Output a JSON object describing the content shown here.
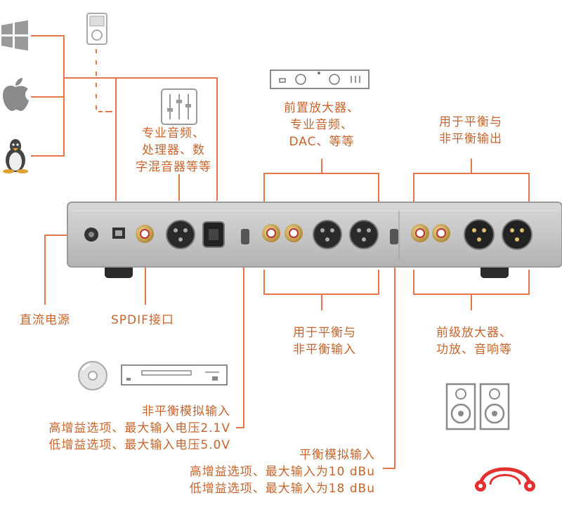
{
  "labels": {
    "pro_audio": [
      "专业音频、",
      "处理器、数",
      "字混音器等等"
    ],
    "preamp": [
      "前置放大器、",
      "专业音频、",
      "DAC、等等"
    ],
    "balanced_out": [
      "用于平衡与",
      "非平衡输出"
    ],
    "dc_power": "直流电源",
    "spdif": "SPDIF接口",
    "balanced_in": [
      "用于平衡与",
      "非平衡输入"
    ],
    "power_amp": [
      "前级放大器、",
      "功放、音响等"
    ],
    "unbalanced_analog": [
      "非平衡模拟输入",
      "高增益选项、最大输入电压2.1V",
      "低增益选项、最大输入电压5.0V"
    ],
    "balanced_analog": [
      "平衡模拟输入",
      "高增益选项、最大输入为10 dBu",
      "低增益选项、最大输入为18 dBu"
    ]
  },
  "icons": [
    "windows-icon",
    "apple-icon",
    "linux-icon",
    "ipod-icon",
    "mixer-icon",
    "preamp-device-icon",
    "cd-disc-icon",
    "cd-player-icon",
    "speakers-icon",
    "headphone-logo-icon"
  ],
  "colors": {
    "accent": "#e8754a",
    "text": "#c8642c",
    "logo": "#e53030",
    "icon": "#9a9a9a"
  }
}
